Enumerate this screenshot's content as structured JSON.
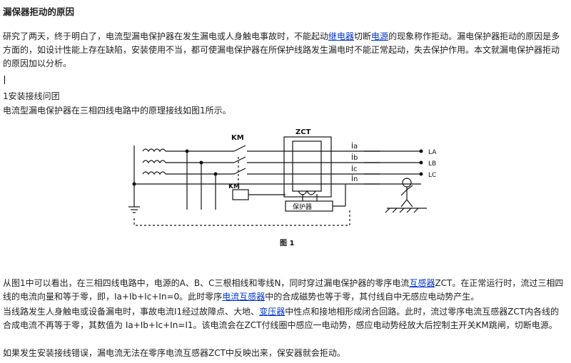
{
  "article": {
    "title": "漏保器拒动的原因",
    "p1": {
      "a": "研究了两天，终于明白了，电流型漏电保护器在发生漏电或人身触电事故时，不能起动",
      "link1": "继电器",
      "b": "切断",
      "link2": "电源",
      "c": "的现象称作拒动。漏电保护器拒动的原因是多方面的，如设计性能上存在缺陷，安装使用不当，都可使漏电保护器在所保护线路发生漏电时不能正常起动，失去保护作用。本文就漏电保护器拒动的原因加以分析。"
    },
    "section_title": "1安装接线问团",
    "section_line": "电流型漏电保护器在三相四线电路中的原理接线如图1所示。",
    "figure": {
      "km_top": "KM",
      "zct": "ZCT",
      "km_coil": "KM",
      "protector": "保护器",
      "ia": "İa",
      "ib": "İb",
      "ic": "İc",
      "in": "İn",
      "la": "LA",
      "lb": "LB",
      "lc": "LC",
      "caption": "图 1"
    },
    "p2": {
      "a": "从图1中可以看出，在三相四线电路中，电源的A、B、C三根相线和零线N，同时穿过漏电保护器的零序电流",
      "link1": "互感器",
      "b": "ZCT。在正常运行时，流过三相四线的电流向量和等于零，即，Ia+Ib+Ic+In=0。此时零序",
      "link2": "电流互感器",
      "c": "中的合成磁势也等于零，其付线自中无感应电动势产生。"
    },
    "p3": {
      "a": "当线路发生人身触电或设备漏电时，事故电流I1经过故障点、大地、",
      "link1": "变压器",
      "b": "中性点和接地相形成闭合回路。此时，流过零序电流互感器ZCT内各线的合成电流不再等于零，其数值为 Ia+Ib+Ic+In=I1。该电流会在ZCT付线圈中感应一电动势，感应电动势经放大后控制主开关KM跳闸，切断电源。"
    },
    "p4": "如果发生安装接线错误，漏电流无法在零序电流互感器ZCT中反映出来，保安器就会拒动。"
  }
}
